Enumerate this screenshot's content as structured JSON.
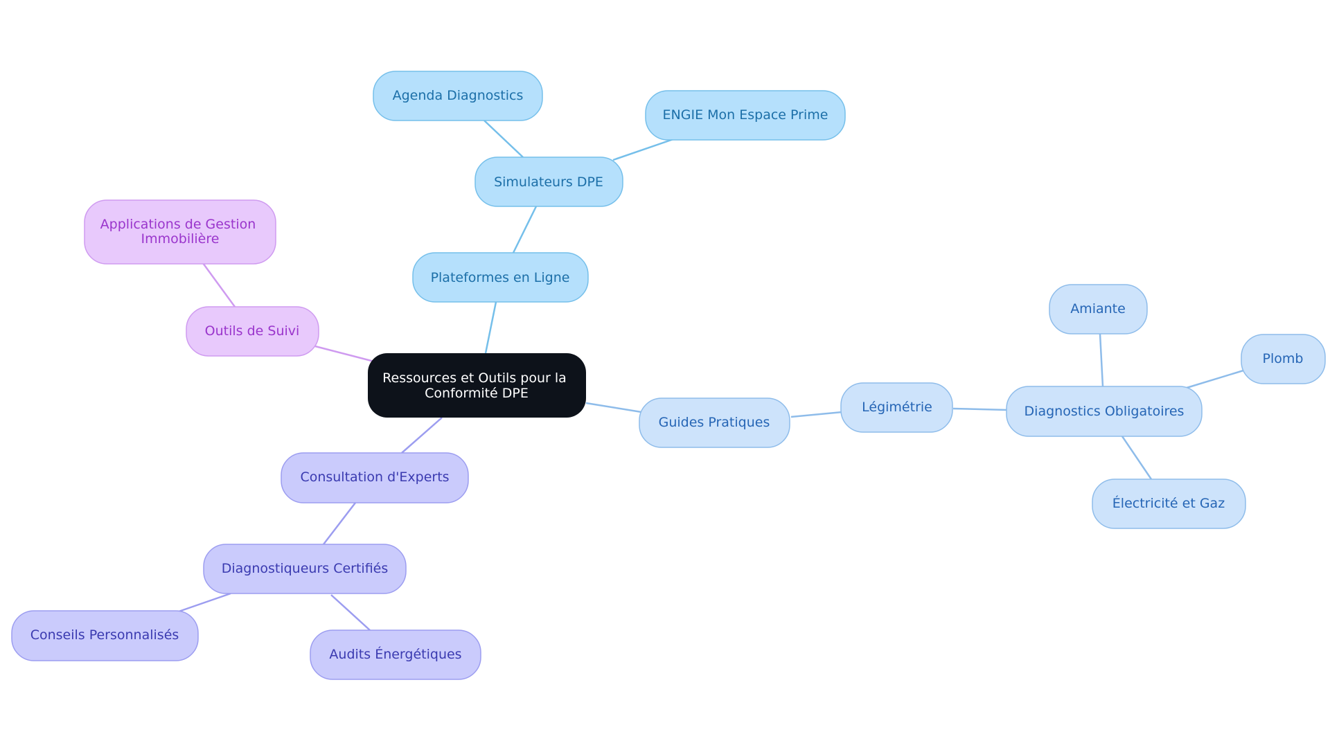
{
  "root": {
    "label_lines": [
      "Ressources et Outils pour la",
      "Conformité DPE"
    ]
  },
  "branches": {
    "plateformes": {
      "label": "Plateformes en Ligne",
      "color": "#75bfea",
      "fill": "#b5e0fc",
      "text_color": "#1c6fa8",
      "children": {
        "simulateurs": {
          "label": "Simulateurs DPE",
          "children": {
            "agenda": {
              "label": "Agenda Diagnostics"
            },
            "engie": {
              "label": "ENGIE Mon Espace Prime"
            }
          }
        }
      }
    },
    "guides": {
      "label": "Guides Pratiques",
      "color": "#8ebcea",
      "fill": "#cde3fb",
      "text_color": "#2565b5",
      "children": {
        "legimetrie": {
          "label": "Légimétrie",
          "children": {
            "diagnostics": {
              "label": "Diagnostics Obligatoires",
              "children": {
                "amiante": {
                  "label": "Amiante"
                },
                "plomb": {
                  "label": "Plomb"
                },
                "electricite": {
                  "label": "Électricité et Gaz"
                }
              }
            }
          }
        }
      }
    },
    "consultation": {
      "label": "Consultation d'Experts",
      "color": "#9c9df0",
      "fill": "#cacbfc",
      "text_color": "#3a3ab0",
      "children": {
        "diagnostiqueurs": {
          "label": "Diagnostiqueurs Certifiés",
          "children": {
            "conseils": {
              "label": "Conseils Personnalisés"
            },
            "audits": {
              "label": "Audits Énergétiques"
            }
          }
        }
      }
    },
    "suivi": {
      "label": "Outils de Suivi",
      "color": "#cf9bf0",
      "fill": "#e8c9fc",
      "text_color": "#9a35cc",
      "children": {
        "applications": {
          "label_lines": [
            "Applications de Gestion",
            "Immobilière"
          ]
        }
      }
    }
  },
  "colors": {
    "root_fill": "#0d121a",
    "root_text": "#ffffff"
  }
}
